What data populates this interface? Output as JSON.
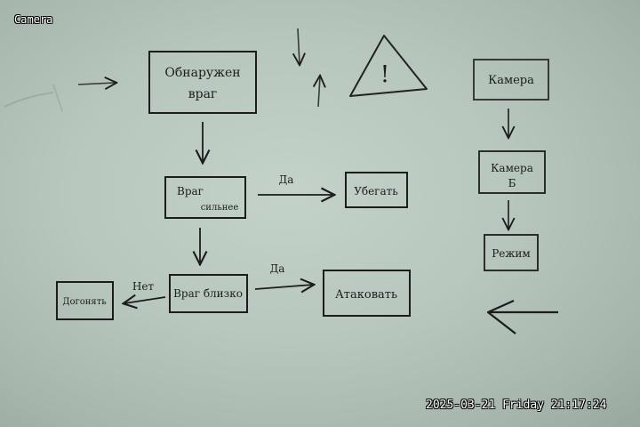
{
  "overlay": {
    "camera_label": "Camera",
    "timestamp": "2025-03-21 Friday 21:17:24"
  },
  "board": {
    "detect_line1": "Обнаружен",
    "detect_line2": "враг",
    "warning_symbol": "!",
    "enemy_stronger_line1": "Враг",
    "enemy_stronger_line2": "сильнее",
    "flee": "Убегать",
    "yes_label_1": "Да",
    "enemy_near": "Враг близко",
    "yes_label_2": "Да",
    "no_label": "Нет",
    "attack": "Атаковать",
    "pursue": "Догонять",
    "camera_a": "Камера",
    "camera_b_line1": "Камера",
    "camera_b_line2": "Б",
    "mode": "Режим"
  },
  "colors": {
    "board_light": "#c4d2c9",
    "board_dark": "#98a89e",
    "marker": "#1c1c1c",
    "osd_text": "#ffffff"
  }
}
